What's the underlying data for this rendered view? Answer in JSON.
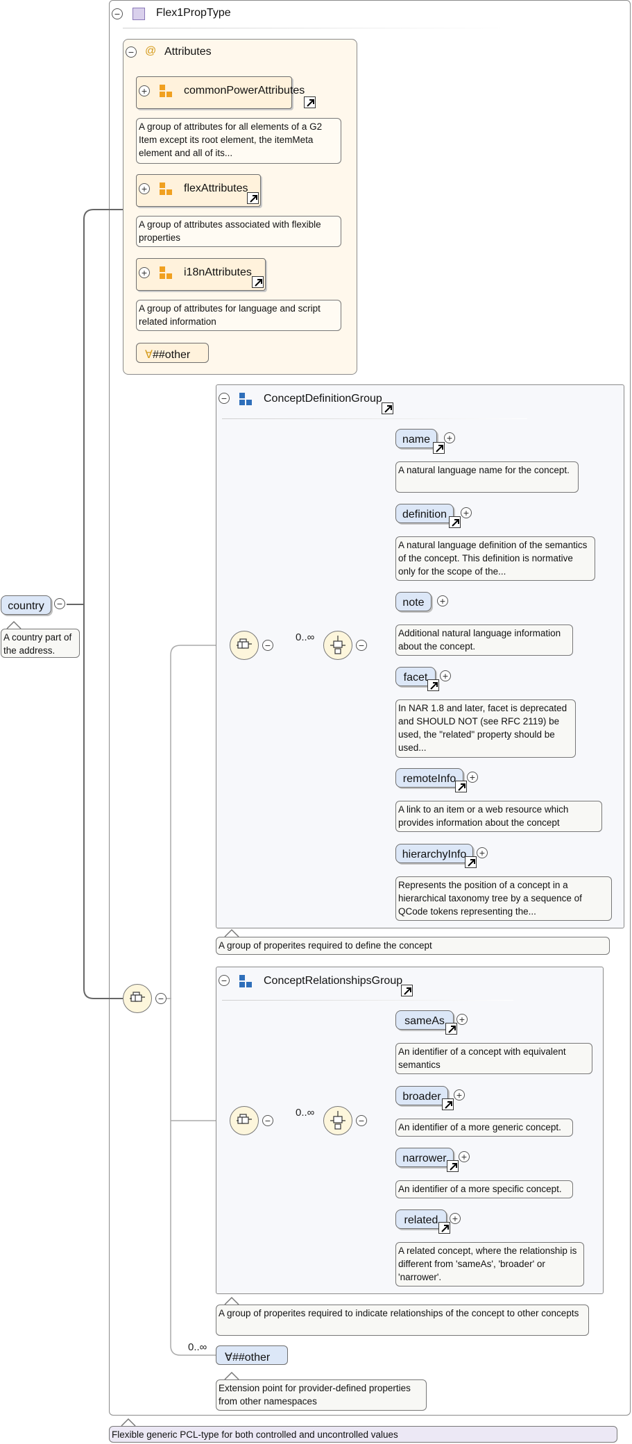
{
  "colors": {
    "element_fill": "#dce7f7",
    "attribute_fill": "#fff2dc",
    "group_fill": "#f7f8fb",
    "compositor_fill": "#fdf6dc",
    "type_annotation_fill": "#ece8f5",
    "attr_group_icon": "#f0a020",
    "model_group_icon": "#2f6fba"
  },
  "icons": {
    "collapse": "minus-circle-icon",
    "expand": "plus-circle-icon",
    "reference": "reference-arrow-icon",
    "sequence": "sequence-icon",
    "choice": "choice-icon",
    "wildcard": "for-all-icon"
  },
  "root": {
    "name": "country",
    "annotation": "A country part of the address."
  },
  "type": {
    "name": "Flex1PropType",
    "annotation": "Flexible generic PCL-type for both controlled and uncontrolled values"
  },
  "attributes": {
    "label": "Attributes",
    "groups": [
      {
        "name": "commonPowerAttributes",
        "annotation": "A group of attributes for all elements of a G2 Item except its root element, the itemMeta element and all of its..."
      },
      {
        "name": "flexAttributes",
        "annotation": "A group of attributes associated with flexible properties"
      },
      {
        "name": "i18nAttributes",
        "annotation": "A group of attributes for language and script related information"
      }
    ],
    "any_attribute": "##other"
  },
  "concept_definition_group": {
    "name": "ConceptDefinitionGroup",
    "cardinality": "0..∞",
    "annotation": "A group of properites required to define the concept",
    "elements": [
      {
        "name": "name",
        "annotation": "A natural language name for the concept."
      },
      {
        "name": "definition",
        "annotation": "A natural language definition of the semantics of the concept. This definition is normative only for the scope of the..."
      },
      {
        "name": "note",
        "annotation": "Additional natural language information about the concept."
      },
      {
        "name": "facet",
        "annotation": "In NAR 1.8 and later, facet is deprecated and SHOULD NOT (see RFC 2119) be used, the \"related\" property should be used..."
      },
      {
        "name": "remoteInfo",
        "annotation": "A link to an item or a web resource which provides information about the concept"
      },
      {
        "name": "hierarchyInfo",
        "annotation": "Represents the position of a concept in a hierarchical taxonomy tree by a sequence of QCode tokens representing the..."
      }
    ]
  },
  "concept_relationships_group": {
    "name": "ConceptRelationshipsGroup",
    "cardinality": "0..∞",
    "annotation": "A group of properites required to indicate relationships of the concept to other concepts",
    "elements": [
      {
        "name": "sameAs",
        "annotation": "An identifier of a concept with equivalent semantics"
      },
      {
        "name": "broader",
        "annotation": "An identifier of a more generic concept."
      },
      {
        "name": "narrower",
        "annotation": "An identifier of a more specific concept."
      },
      {
        "name": "related",
        "annotation": "A related concept, where the relationship is different from 'sameAs', 'broader' or 'narrower'."
      }
    ]
  },
  "any_element": {
    "cardinality": "0..∞",
    "label": "##other",
    "annotation": "Extension point for provider-defined properties from other namespaces"
  },
  "symbols": {
    "minus": "−",
    "plus": "+",
    "forall": "∀"
  }
}
